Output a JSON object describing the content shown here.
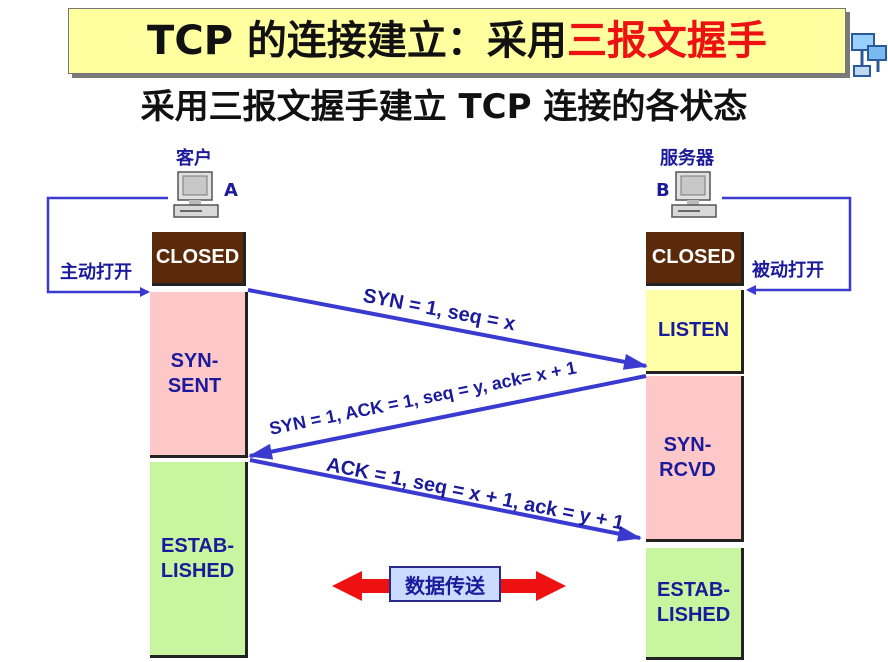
{
  "title": {
    "prefix": "TCP 的连接建立：采用",
    "highlight": "三报文握手"
  },
  "subtitle": "采用三报文握手建立 TCP 连接的各状态",
  "client": {
    "label": "客户",
    "letter": "A",
    "action": "主动打开"
  },
  "server": {
    "label": "服务器",
    "letter": "B",
    "action": "被动打开"
  },
  "client_states": [
    {
      "text": "CLOSED",
      "kind": "closed"
    },
    {
      "text": "SYN-\nSENT",
      "kind": "syn"
    },
    {
      "text": "ESTAB-\nLISHED",
      "kind": "est"
    }
  ],
  "server_states": [
    {
      "text": "CLOSED",
      "kind": "closed"
    },
    {
      "text": "LISTEN",
      "kind": "listen"
    },
    {
      "text": "SYN-\nRCVD",
      "kind": "syn"
    },
    {
      "text": "ESTAB-\nLISHED",
      "kind": "est"
    }
  ],
  "messages": [
    {
      "text": "SYN = 1, seq = x",
      "direction": "client-to-server"
    },
    {
      "text": "SYN = 1, ACK = 1, seq = y, ack= x + 1",
      "direction": "server-to-client"
    },
    {
      "text": "ACK = 1, seq = x + 1, ack = y + 1",
      "direction": "client-to-server"
    }
  ],
  "data_transfer": "数据传送",
  "colors": {
    "arrow": "#3a3ad0",
    "label": "#1a1a9a",
    "closed": "#5a2a0a",
    "syn": "#ffc8c8",
    "established": "#c8f5a0",
    "listen": "#ffffa8",
    "transfer_arrow": "#ee1111"
  }
}
